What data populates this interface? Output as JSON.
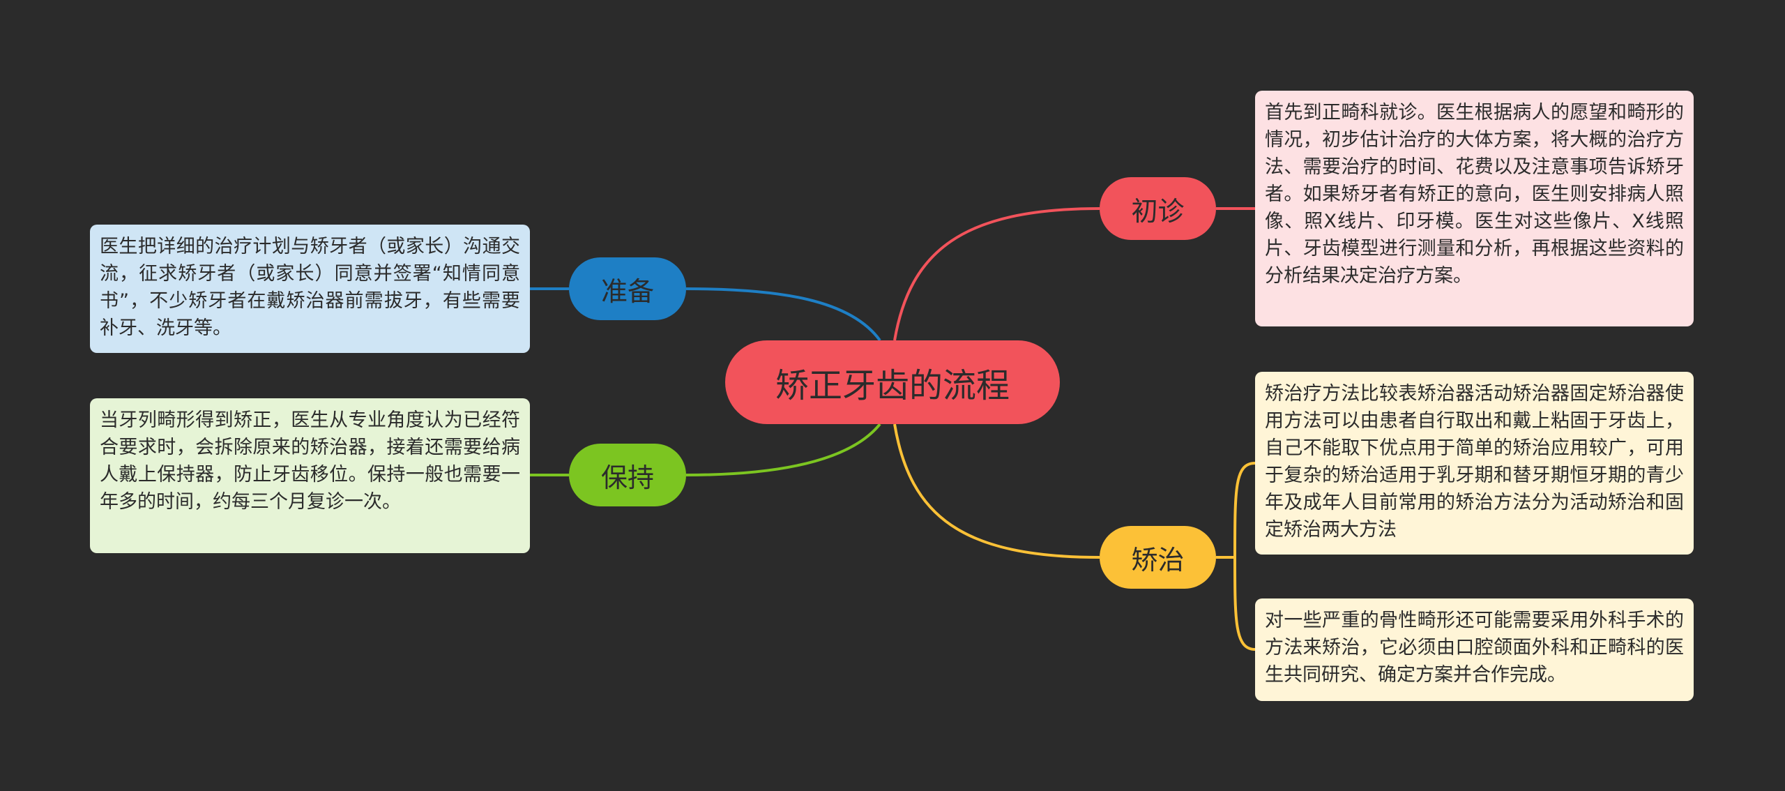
{
  "root": {
    "label": "矫正牙齿的流程"
  },
  "branches": {
    "chuzhen": {
      "label": "初诊",
      "color": "#f2535b",
      "cards": [
        "首先到正畸科就诊。医生根据病人的愿望和畸形的情况，初步估计治疗的大体方案，将大概的治疗方法、需要治疗的时间、花费以及注意事项告诉矫牙者。如果矫牙者有矫正的意向，医生则安排病人照像、照X线片、印牙模。医生对这些像片、X线照片、牙齿模型进行测量和分析，再根据这些资料的分析结果决定治疗方案。"
      ]
    },
    "jiaozhi": {
      "label": "矫治",
      "color": "#fcc137",
      "cards": [
        "矫治疗方法比较表矫治器活动矫治器固定矫治器使用方法可以由患者自行取出和戴上粘固于牙齿上，自己不能取下优点用于简单的矫治应用较广，可用于复杂的矫治适用于乳牙期和替牙期恒牙期的青少年及成年人目前常用的矫治方法分为活动矫治和固定矫治两大方法",
        "对一些严重的骨性畸形还可能需要采用外科手术的方法来矫治，它必须由口腔颌面外科和正畸科的医生共同研究、确定方案并合作完成。"
      ]
    },
    "zhunbei": {
      "label": "准备",
      "color": "#1e7fc5",
      "cards": [
        "医生把详细的治疗计划与矫牙者（或家长）沟通交流，征求矫牙者（或家长）同意并签署“知情同意书”，不少矫牙者在戴矫治器前需拔牙，有些需要补牙、洗牙等。"
      ]
    },
    "baochi": {
      "label": "保持",
      "color": "#7cc521",
      "cards": [
        "当牙列畸形得到矫正，医生从专业角度认为已经符合要求时，会拆除原来的矫治器，接着还需要给病人戴上保持器，防止牙齿移位。保持一般也需要一年多的时间，约每三个月复诊一次。"
      ]
    }
  }
}
